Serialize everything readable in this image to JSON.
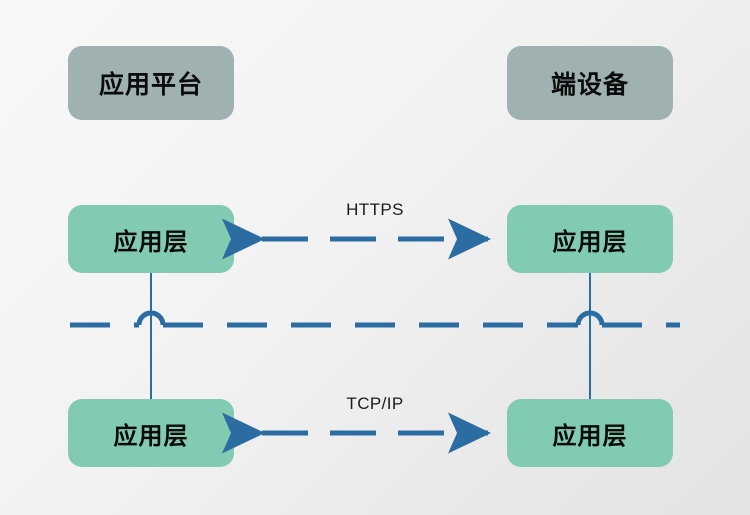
{
  "diagram": {
    "title_columns": [
      {
        "id": "platform",
        "label": "应用平台"
      },
      {
        "id": "device",
        "label": "端设备"
      }
    ],
    "layers": [
      {
        "id": "app-top-left",
        "label": "应用层"
      },
      {
        "id": "app-top-right",
        "label": "应用层"
      },
      {
        "id": "app-bottom-left",
        "label": "应用层"
      },
      {
        "id": "app-bottom-right",
        "label": "应用层"
      }
    ],
    "connections": [
      {
        "id": "https",
        "label": "HTTPS",
        "style": "dashed-double-arrow"
      },
      {
        "id": "tcpip",
        "label": "TCP/IP",
        "style": "dashed-double-arrow"
      }
    ],
    "divider": {
      "id": "boundary-line",
      "style": "dashed",
      "hops": 2
    },
    "colors": {
      "header_box": "#9fb1b1",
      "layer_box": "#81cbb2",
      "connector": "#2b6ca3",
      "text": "#0b0b0b",
      "background_start": "#f8f8f8",
      "background_end": "#e3e3e3"
    }
  }
}
